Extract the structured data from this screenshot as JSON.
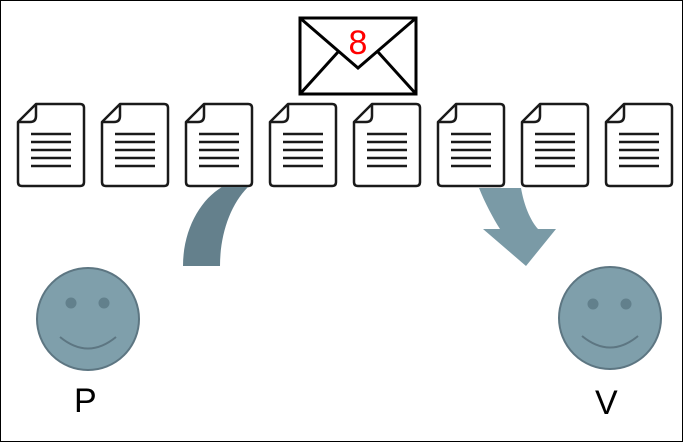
{
  "envelope": {
    "icon": "envelope-icon",
    "number": "8",
    "number_color": "#ff0000"
  },
  "documents": {
    "icon": "document-icon",
    "count": 8
  },
  "arrows": [
    {
      "name": "outgoing-arrow-from-p",
      "color": "#64808c"
    },
    {
      "name": "incoming-arrow-to-v",
      "color": "#7a9aa6"
    }
  ],
  "people": [
    {
      "id": "p",
      "label": "P",
      "icon": "smiley-face-icon",
      "color": "#7f9fab"
    },
    {
      "id": "v",
      "label": "V",
      "icon": "smiley-face-icon",
      "color": "#7f9fab"
    }
  ]
}
